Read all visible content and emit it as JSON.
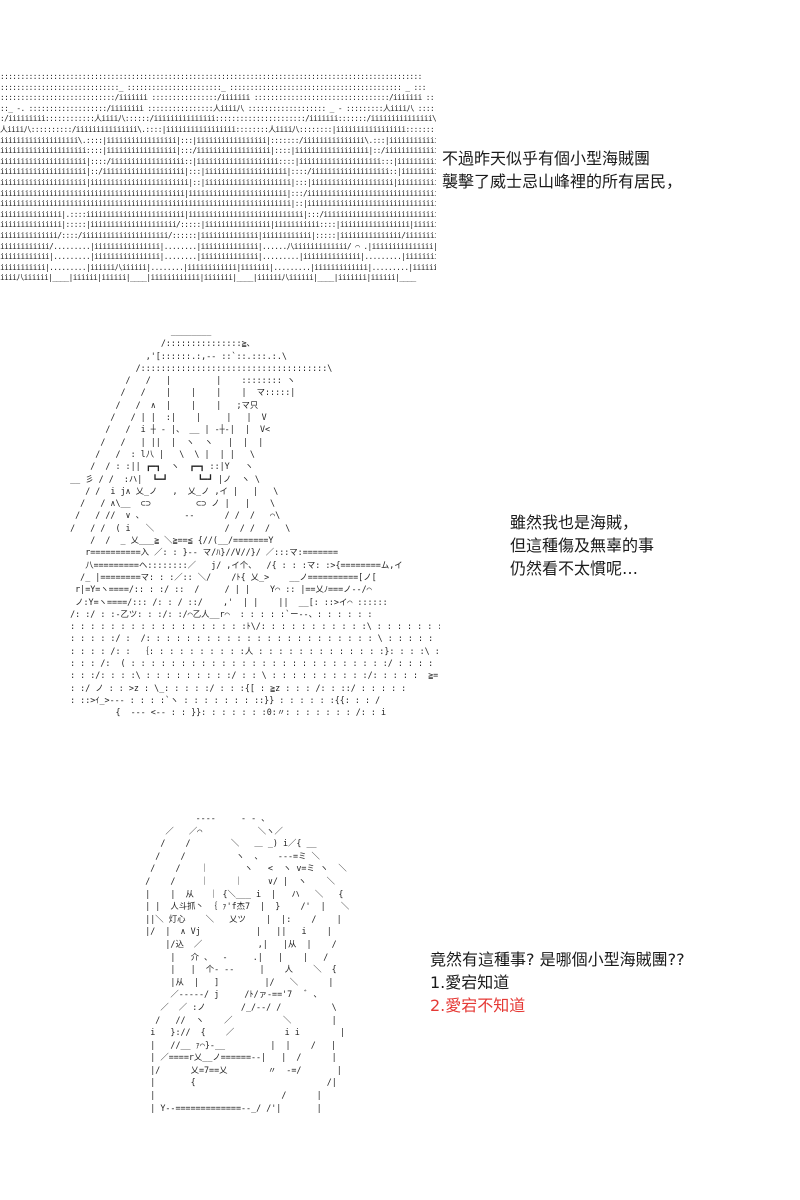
{
  "panels": [
    {
      "art_name": "village-ascii-art",
      "dialogue": [
        "不過昨天似乎有個小型海賊團",
        "襲擊了威士忌山峰裡的所有居民，"
      ]
    },
    {
      "art_name": "pirate-girl-ascii-art",
      "dialogue": [
        "雖然我也是海賊，",
        "但這種傷及無辜的事",
        "仍然看不太慣呢…"
      ]
    },
    {
      "art_name": "atago-ascii-art",
      "dialogue": [
        "竟然有這種事? 是哪個小型海賊團??"
      ],
      "choices": [
        "1.愛宕知道",
        "2.愛宕不知道"
      ]
    }
  ],
  "colors": {
    "text": "#1a1a1a",
    "art": "#222222",
    "choice_highlight": "#e53935"
  }
}
